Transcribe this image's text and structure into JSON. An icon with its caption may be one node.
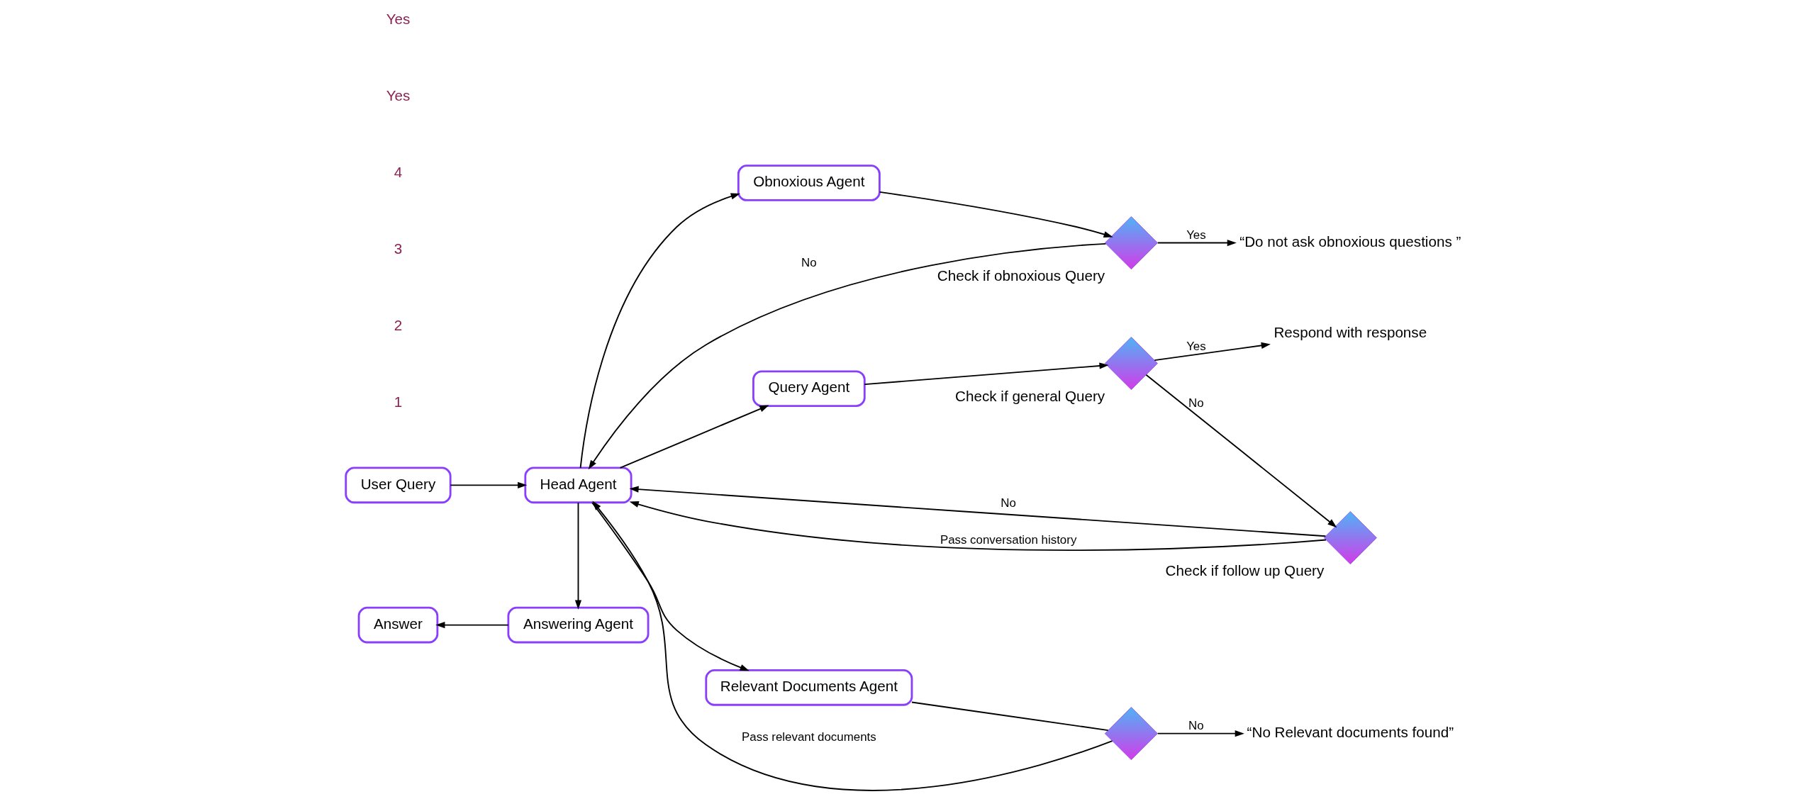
{
  "diagram": {
    "nodes": [
      {
        "text": [
          "Obnoxious Agent"
        ]
      },
      {
        "text": [],
        "shape": "diamond",
        "beside": [
          "Check if obnoxious Query"
        ]
      },
      {
        "text": [
          "“Do not ask obnoxious questions ”"
        ]
      },
      {
        "text": [
          "User Query"
        ]
      },
      {
        "text": [
          "Head Agent"
        ]
      },
      {
        "text": [
          "Query Agent"
        ]
      },
      {
        "text": [],
        "shape": "diamond",
        "beside": [
          "Check if general Query"
        ]
      },
      {
        "text": [
          "Respond with response"
        ]
      },
      {
        "text": [],
        "shape": "diamond",
        "beside": [
          "Check if follow up Query"
        ]
      },
      {
        "text": [
          "Relevant Documents Agent"
        ]
      },
      {
        "text": [
          "Answer"
        ]
      },
      {
        "text": [
          "Answering Agent"
        ]
      },
      {
        "text": [],
        "shape": "diamond"
      },
      {
        "text": [
          "“No Relevant documents found”"
        ]
      }
    ],
    "edges": [
      {
        "from": 4,
        "to": 0,
        "arrow": "to"
      },
      {
        "from": 0,
        "to": 1,
        "arrow": "to"
      },
      {
        "from": 1,
        "to": 2,
        "arrow": "to",
        "label": "Yes"
      },
      {
        "from": 1,
        "to": 4,
        "arrow": "to",
        "label": "No"
      },
      {
        "from": 3,
        "to": 4,
        "arrow": "to"
      },
      {
        "from": 4,
        "to": 5,
        "arrow": "to"
      },
      {
        "from": 5,
        "to": 6,
        "arrow": "to"
      },
      {
        "from": 6,
        "to": 7,
        "arrow": "to",
        "label": "Yes"
      },
      {
        "from": 6,
        "to": 8,
        "arrow": "to",
        "label": "No"
      },
      {
        "from": 8,
        "to": 4,
        "arrow": "to",
        "label": "No"
      },
      {
        "from": 8,
        "to": 4,
        "arrow": "to",
        "label": "Pass conversation history"
      },
      {
        "from": 4,
        "to": 9,
        "arrow": "to"
      },
      {
        "from": 9,
        "to": 12,
        "arrow": "none"
      },
      {
        "from": 12,
        "to": 4,
        "arrow": "to",
        "label": "Pass relevant documents"
      },
      {
        "from": 12,
        "to": 13,
        "arrow": "to",
        "label": "No"
      },
      {
        "from": 4,
        "to": 11,
        "arrow": "to"
      },
      {
        "from": 11,
        "to": 10,
        "arrow": "to"
      }
    ],
    "labels": [
      "1",
      "2",
      "3",
      "4",
      "Yes",
      "Yes"
    ]
  }
}
